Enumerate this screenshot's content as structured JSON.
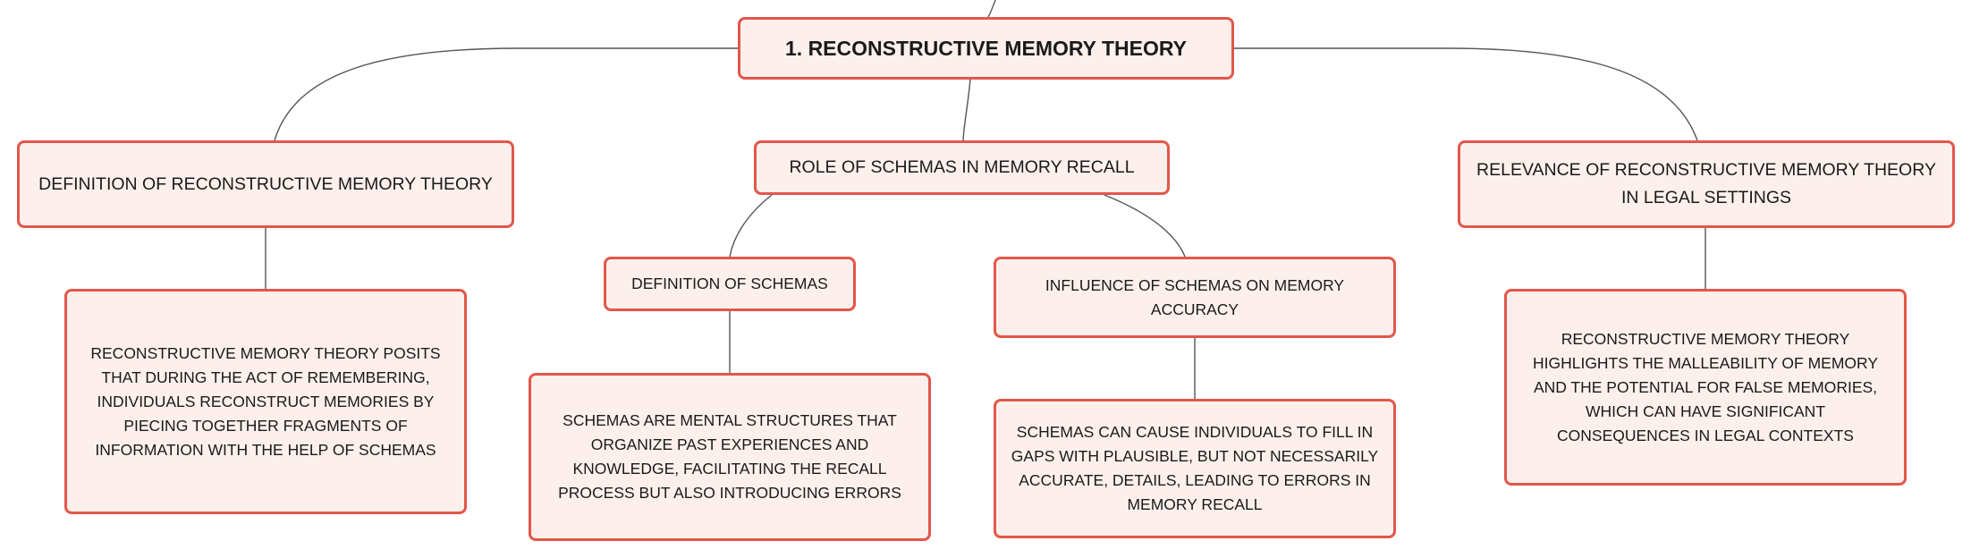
{
  "mind_map": {
    "root": "1. RECONSTRUCTIVE MEMORY THEORY",
    "branches": {
      "definition": {
        "title": "DEFINITION OF RECONSTRUCTIVE MEMORY THEORY",
        "detail": "RECONSTRUCTIVE MEMORY THEORY POSITS THAT DURING THE ACT OF REMEMBERING, INDIVIDUALS RECONSTRUCT MEMORIES BY PIECING TOGETHER FRAGMENTS OF INFORMATION WITH THE HELP OF SCHEMAS"
      },
      "schemas": {
        "title": "ROLE OF SCHEMAS IN MEMORY RECALL",
        "definition": {
          "title": "DEFINITION OF SCHEMAS",
          "detail": "SCHEMAS ARE MENTAL STRUCTURES THAT ORGANIZE PAST EXPERIENCES AND KNOWLEDGE, FACILITATING THE RECALL PROCESS BUT ALSO INTRODUCING ERRORS"
        },
        "influence": {
          "title": "INFLUENCE OF SCHEMAS ON MEMORY ACCURACY",
          "detail": "SCHEMAS CAN CAUSE INDIVIDUALS TO FILL IN GAPS WITH PLAUSIBLE, BUT NOT NECESSARILY ACCURATE, DETAILS, LEADING TO ERRORS IN MEMORY RECALL"
        }
      },
      "relevance": {
        "title": "RELEVANCE OF RECONSTRUCTIVE MEMORY THEORY IN LEGAL SETTINGS",
        "detail": "RECONSTRUCTIVE MEMORY THEORY HIGHLIGHTS THE MALLEABILITY OF MEMORY AND THE POTENTIAL FOR FALSE MEMORIES, WHICH CAN HAVE SIGNIFICANT CONSEQUENCES IN LEGAL CONTEXTS"
      }
    }
  },
  "colors": {
    "node_border": "#e2574a",
    "node_fill": "#fdf0ec",
    "connector": "#555555"
  }
}
